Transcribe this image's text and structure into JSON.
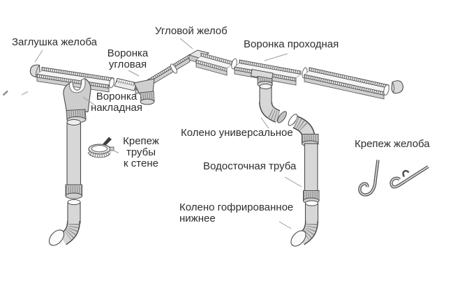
{
  "figure": {
    "type": "parts-diagram"
  },
  "labels": {
    "zaglushka_zheloba": "Заглушка желоба",
    "uglovoy_zhelob": "Угловой желоб",
    "voronka_uglovaya": "Воронка\nугловая",
    "voronka_prohodnaya": "Воронка проходная",
    "voronka_nakladnaya": "Воронка\nнакладная",
    "krepezh_truby": "Крепеж\nтрубы\nк стене",
    "koleno_universalnoe": "Колено универсальное",
    "vodostochnaya_truba": "Водосточная труба",
    "koleno_gofrirovannoe": "Колено гофрированное\nнижнее",
    "krepezh_zheloba": "Крепеж желоба"
  },
  "colors": {
    "background": "#ffffff",
    "outline": "#4a4a4a",
    "fill_light": "#ececec",
    "fill_mid": "#d7d7d7",
    "fill_dark": "#c9c9c9",
    "text": "#2e2e2e",
    "leader": "#9b9b9b"
  }
}
